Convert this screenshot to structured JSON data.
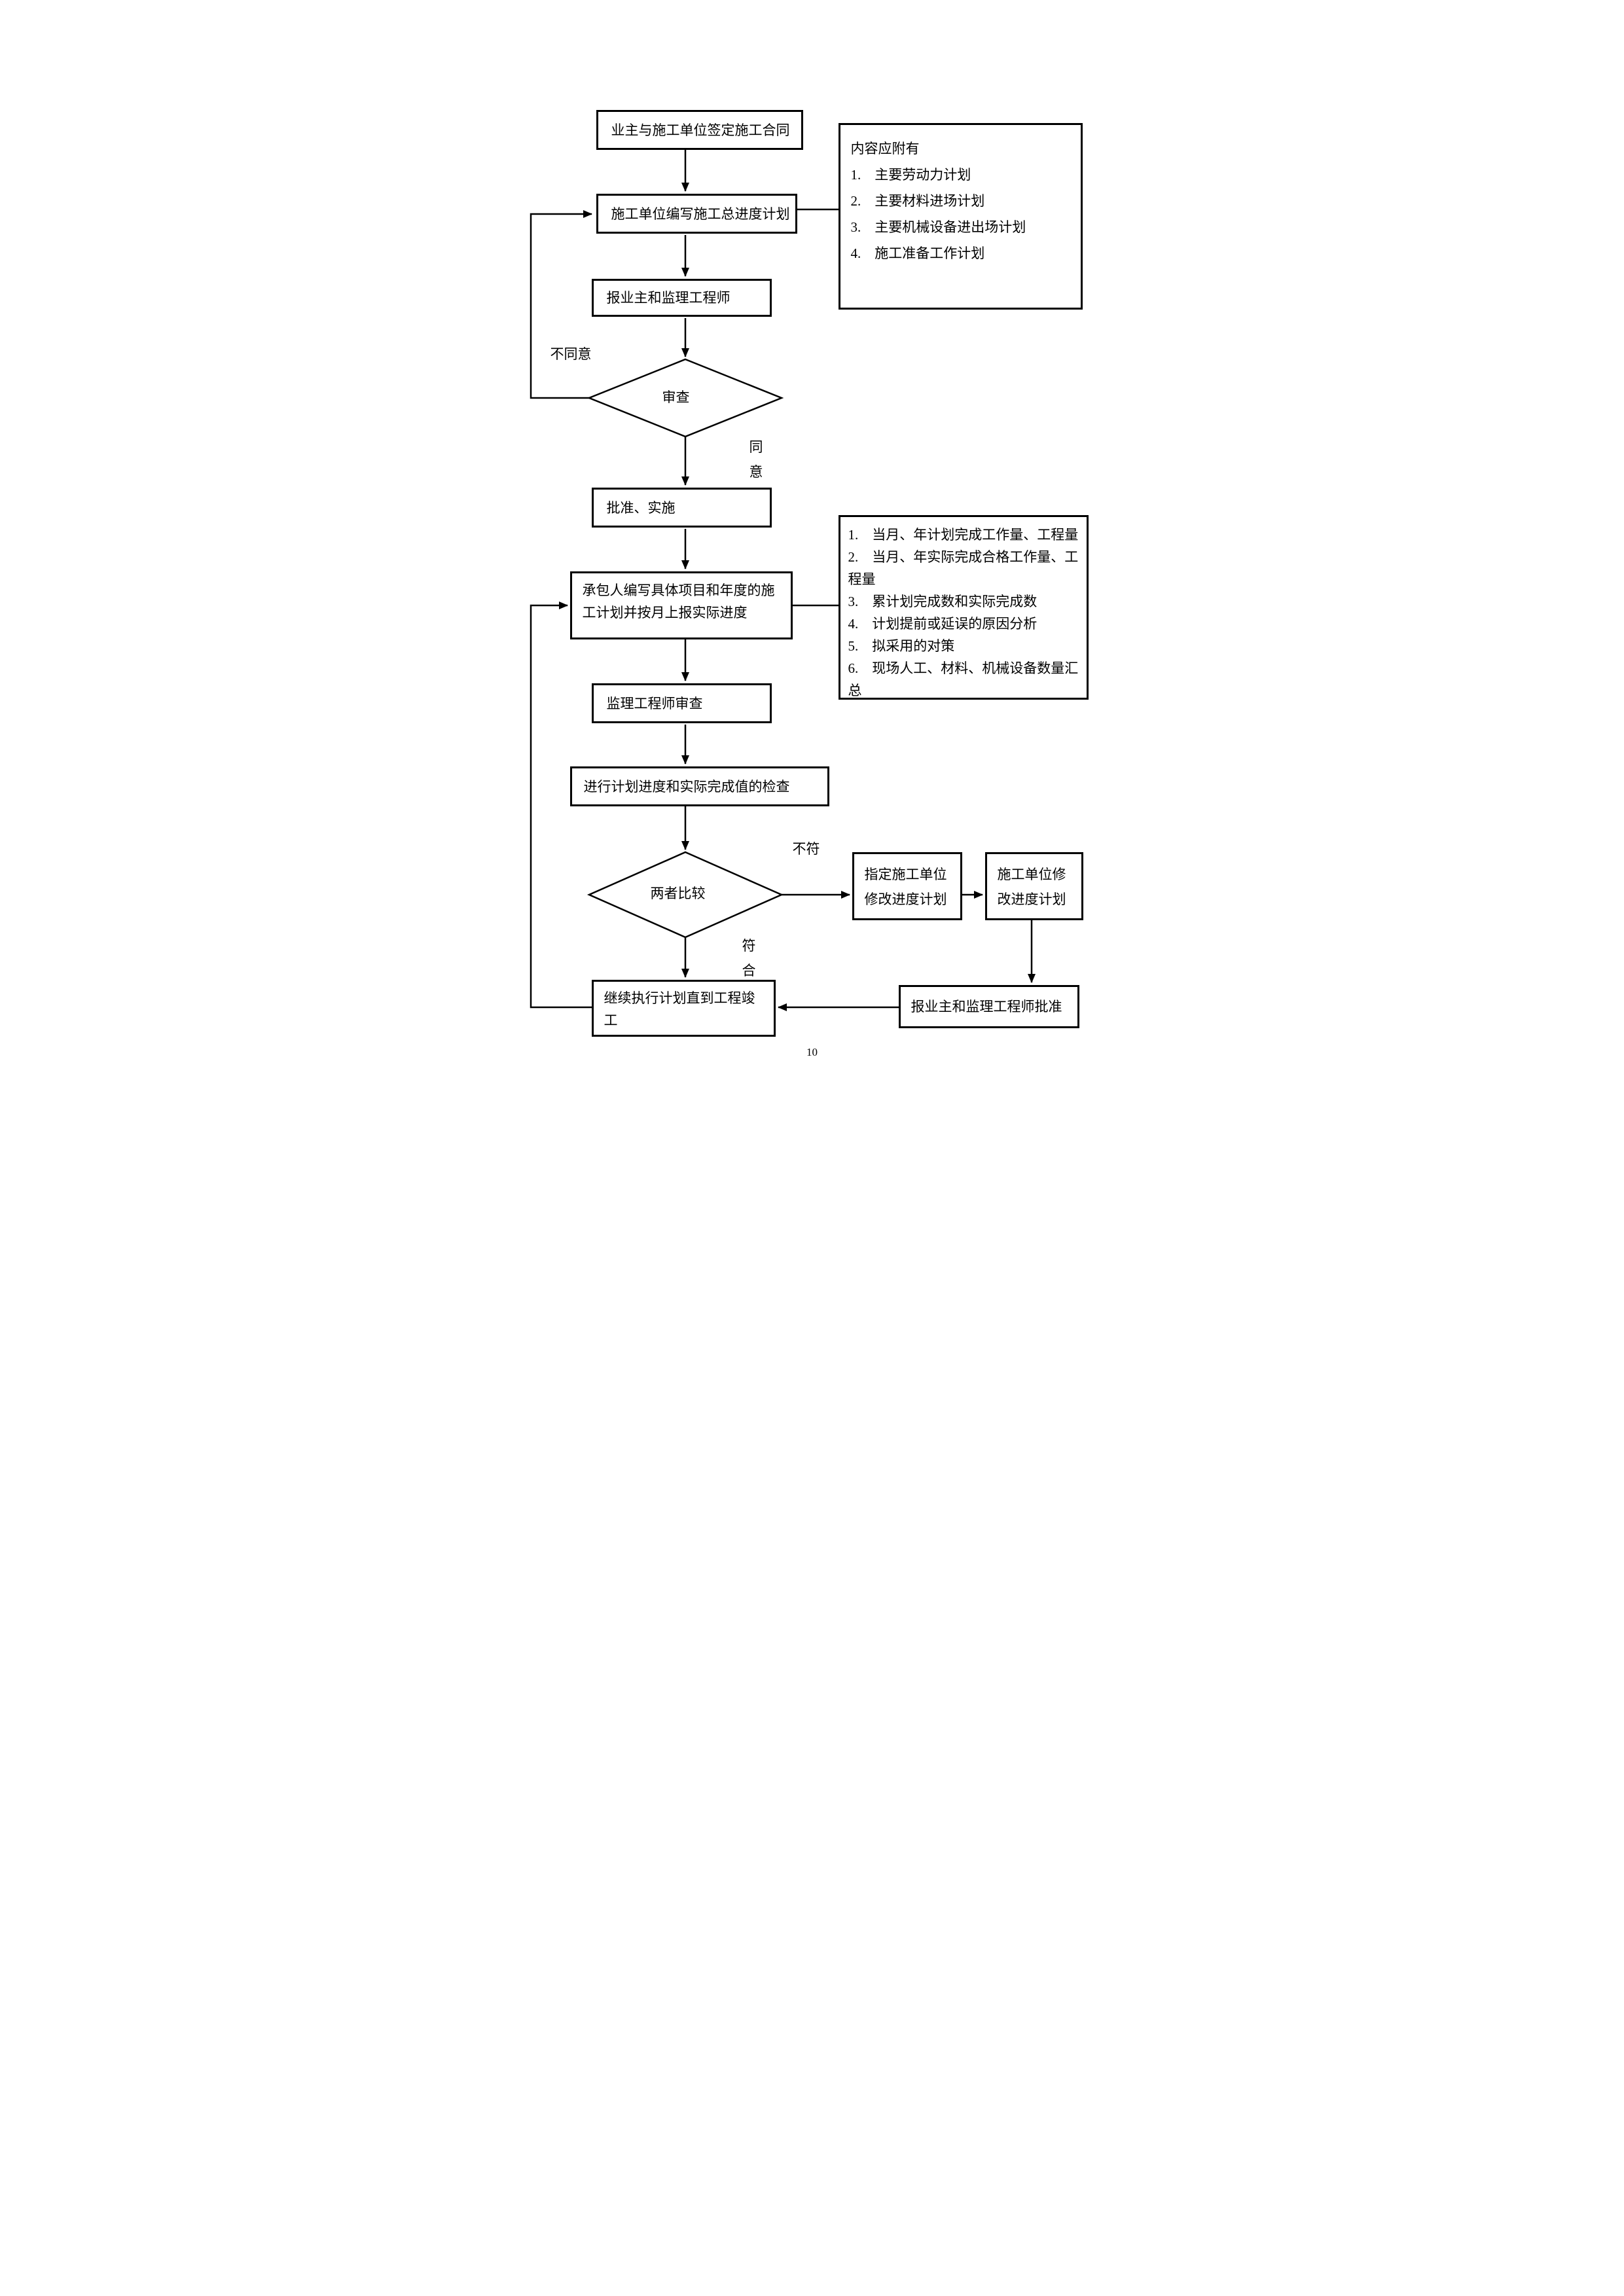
{
  "page": {
    "number": "10"
  },
  "colors": {
    "line": "#000000",
    "border": "#000000",
    "background": "#ffffff",
    "text": "#000000"
  },
  "nodes": {
    "sign_contract": {
      "label": "业主与施工单位签定施工合同"
    },
    "master_schedule": {
      "label": "施工单位编写施工总进度计划"
    },
    "report_owner_supervisor": {
      "label": "报业主和监理工程师"
    },
    "review_decision": {
      "label": "审查"
    },
    "approve_implement": {
      "label": "批准、实施"
    },
    "contractor_monthly_plan": {
      "label": "承包人编写具体项目和年度的施工计划并按月上报实际进度"
    },
    "supervisor_review": {
      "label": "监理工程师审查"
    },
    "progress_check": {
      "label": "进行计划进度和实际完成值的检查"
    },
    "compare_decision": {
      "label": "两者比较"
    },
    "designate_revision": {
      "label": "指定施工单位修改进度计划"
    },
    "unit_revision": {
      "label": "施工单位修改进度计划"
    },
    "continue_to_completion": {
      "label": "继续执行计划直到工程竣工"
    },
    "report_for_approval": {
      "label": "报业主和监理工程师批准"
    }
  },
  "notes": {
    "schedule_contents": {
      "title": "内容应附有",
      "items": [
        "1.　主要劳动力计划",
        "2.　主要材料进场计划",
        "3.　主要机械设备进出场计划",
        "4.　施工准备工作计划"
      ]
    },
    "monthly_report_contents": {
      "items": [
        "1.　当月、年计划完成工作量、工程量",
        "2.　当月、年实际完成合格工作量、工程量",
        "3.　累计划完成数和实际完成数",
        "4.　计划提前或延误的原因分析",
        "5.　拟采用的对策",
        "6.　现场人工、材料、机械设备数量汇总"
      ]
    }
  },
  "edge_labels": {
    "disagree": "不同意",
    "agree": "同意",
    "mismatch": "不符",
    "match": "符合"
  }
}
